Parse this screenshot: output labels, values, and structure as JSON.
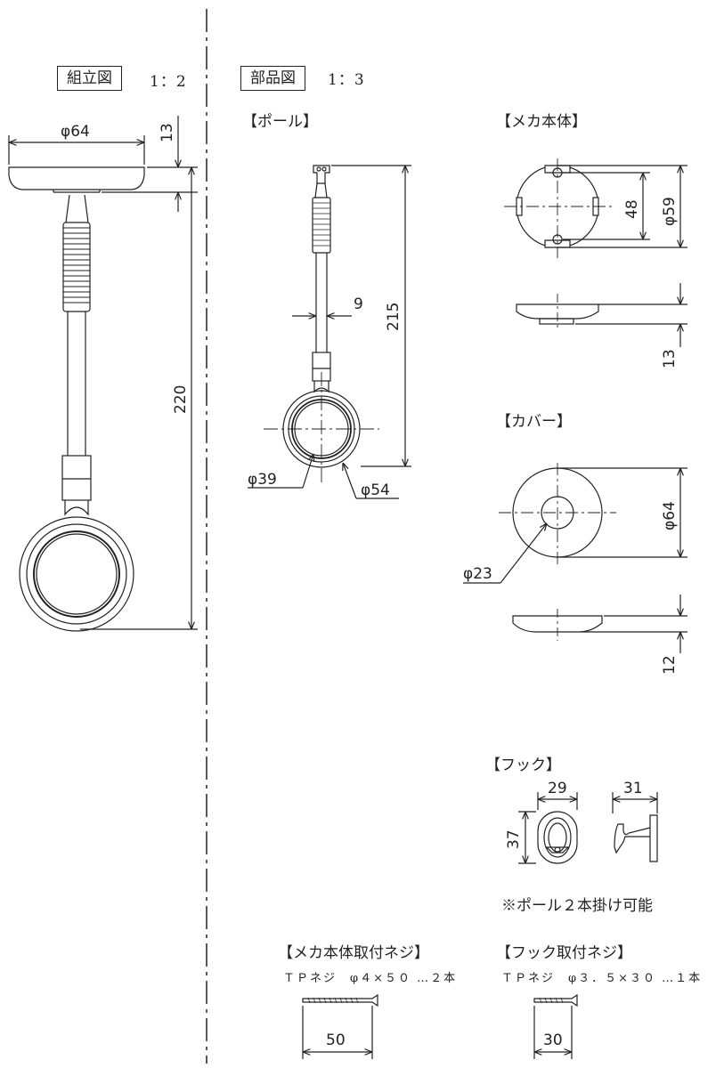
{
  "assembly": {
    "label": "組立図",
    "scale": "1：2",
    "dims": {
      "dia": "φ64",
      "h": "13",
      "total": "220"
    }
  },
  "parts": {
    "label": "部品図",
    "scale": "1：3"
  },
  "pole": {
    "title": "【ポール】",
    "dims": {
      "rod": "9",
      "len": "215",
      "inner": "φ39",
      "outer": "φ54"
    }
  },
  "mecha": {
    "title": "【メカ本体】",
    "dims": {
      "pitch": "48",
      "dia": "φ59",
      "h": "13"
    }
  },
  "cover": {
    "title": "【カバー】",
    "dims": {
      "dia": "φ64",
      "hole": "φ23",
      "h": "12"
    }
  },
  "hook": {
    "title": "【フック】",
    "dims": {
      "w": "29",
      "d": "31",
      "h": "37"
    },
    "note": "※ポール２本掛け可能"
  },
  "screw1": {
    "title": "【メカ本体取付ネジ】",
    "spec": "ＴＰネジ　φ４×５０ …２本",
    "len": "50"
  },
  "screw2": {
    "title": "【フック取付ネジ】",
    "spec": "ＴＰネジ　φ３．５×３０ …１本",
    "len": "30"
  }
}
